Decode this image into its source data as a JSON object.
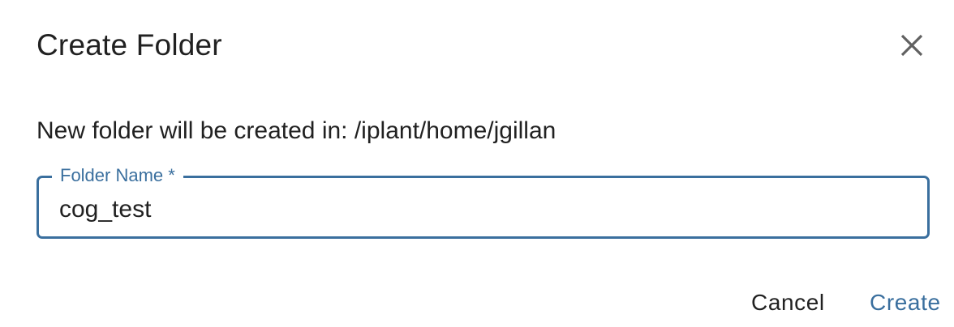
{
  "dialog": {
    "title": "Create Folder",
    "close_icon": "close-icon",
    "message": "New folder will be created in: /iplant/home/jgillan",
    "field": {
      "label": "Folder Name *",
      "value": "cog_test"
    },
    "actions": {
      "cancel_label": "Cancel",
      "create_label": "Create"
    },
    "colors": {
      "accent": "#3a6f9e",
      "text": "#212121",
      "icon": "#616161"
    }
  }
}
